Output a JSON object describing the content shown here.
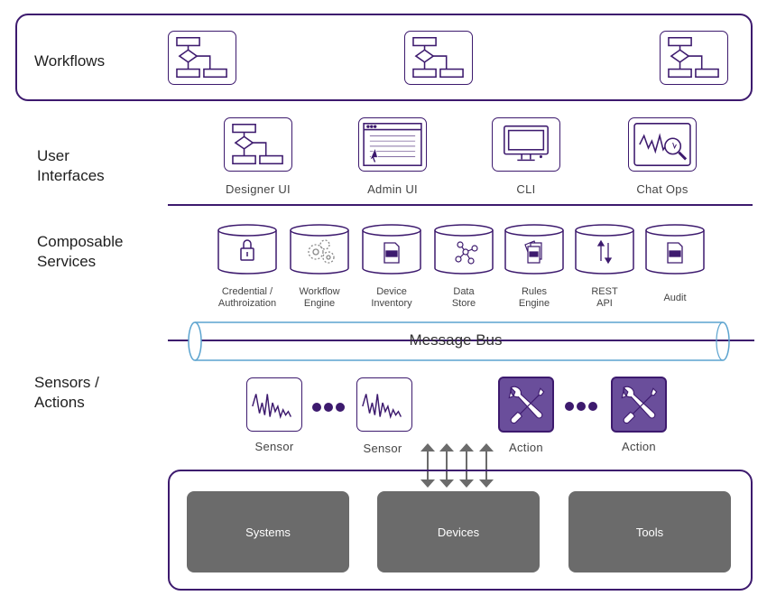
{
  "sections": {
    "workflows": "Workflows",
    "user_interfaces": "User\nInterfaces",
    "composable_services": "Composable\nServices",
    "sensors_actions": "Sensors /\nActions"
  },
  "user_interfaces": [
    {
      "label": "Designer UI",
      "icon": "flowchart-icon"
    },
    {
      "label": "Admin UI",
      "icon": "browser-window-icon"
    },
    {
      "label": "CLI",
      "icon": "monitor-icon"
    },
    {
      "label": "Chat Ops",
      "icon": "chart-magnifier-icon"
    }
  ],
  "services": [
    {
      "label": "Credential /\nAuthroization",
      "icon": "padlock-icon"
    },
    {
      "label": "Workflow\nEngine",
      "icon": "gears-icon"
    },
    {
      "label": "Device\nInventory",
      "icon": "document-icon"
    },
    {
      "label": "Data\nStore",
      "icon": "nodes-icon"
    },
    {
      "label": "Rules\nEngine",
      "icon": "documents-stack-icon"
    },
    {
      "label": "REST\nAPI",
      "icon": "up-down-arrows-icon"
    },
    {
      "label": "Audit",
      "icon": "document-icon"
    }
  ],
  "message_bus": "Message Bus",
  "sensors": [
    "Sensor",
    "Sensor"
  ],
  "actions": [
    "Action",
    "Action"
  ],
  "bottom": [
    "Systems",
    "Devices",
    "Tools"
  ],
  "colors": {
    "frame": "#3d1a6e",
    "bus": "#5ba3cf",
    "grey_box": "#6b6b6b",
    "action_fill": "#6a4e9b"
  }
}
